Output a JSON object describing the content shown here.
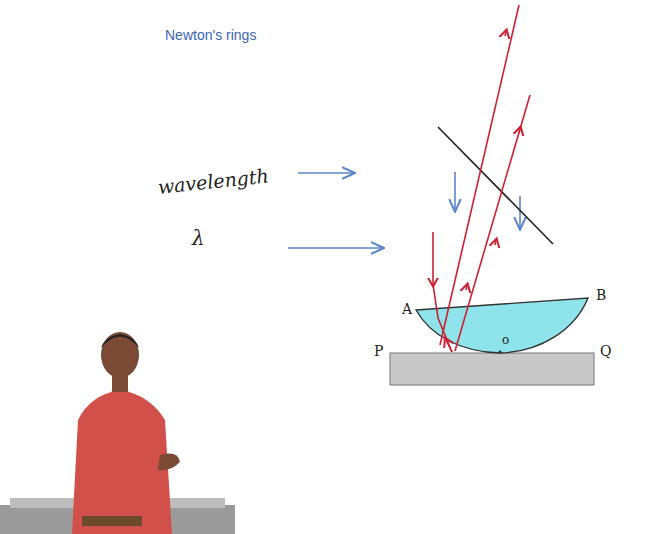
{
  "diagram": {
    "title": "Newton's rings",
    "labels": [
      "wavelength",
      "λ",
      "A",
      "B",
      "P",
      "Q",
      "o"
    ]
  }
}
